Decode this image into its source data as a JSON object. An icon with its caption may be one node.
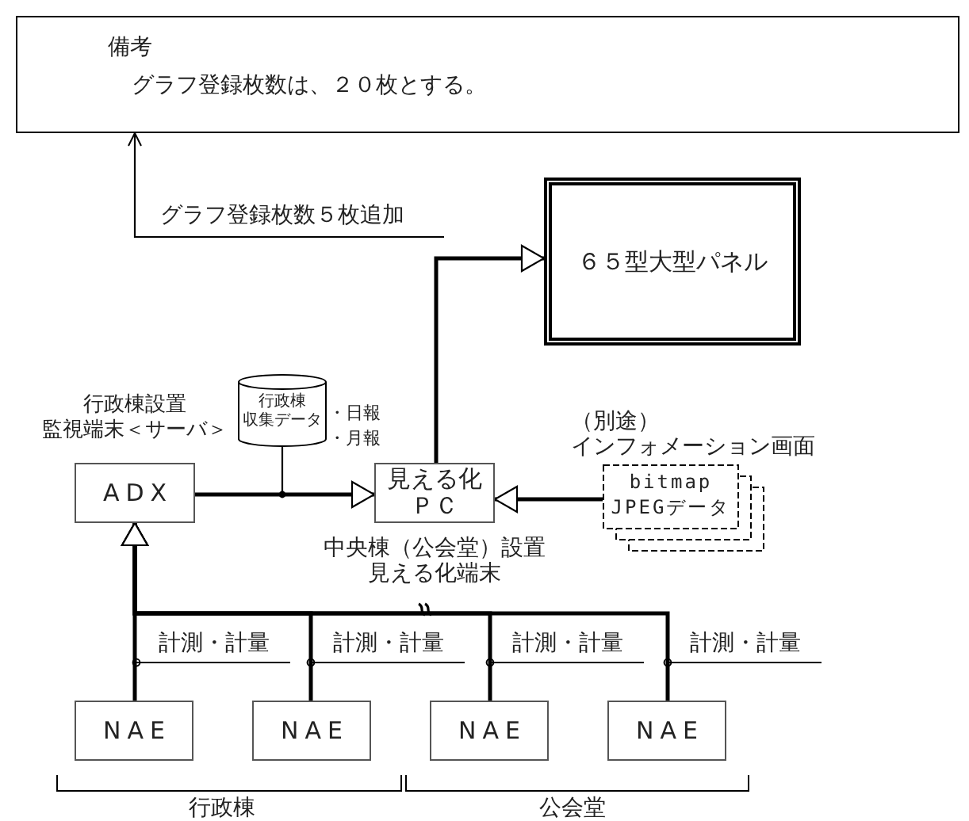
{
  "diagram": {
    "nodes": [
      {
        "text": [
          "備考",
          "グラフ登録枚数は、２０枚とする。"
        ]
      },
      {
        "text": [
          "グラフ登録枚数５枚追加"
        ]
      },
      {
        "text": [
          "６５型大型パネル"
        ]
      },
      {
        "text": [
          "ADX"
        ],
        "beside": [
          "行政棟設置監視端末＜サーバ＞"
        ]
      },
      {
        "text": [
          "行政棟収集データ"
        ],
        "beside": [
          "・日報",
          "・月報"
        ]
      },
      {
        "text": [
          "見える化ＰＣ"
        ],
        "beside": [
          "中央棟（公会堂）設置見える化端末"
        ]
      },
      {
        "text": [
          "bitmap JPEGデータ"
        ],
        "beside": [
          "（別途）インフォメーション画面"
        ]
      },
      {
        "text": [
          "NAE"
        ]
      },
      {
        "text": [
          "NAE"
        ]
      },
      {
        "text": [
          "NAE"
        ]
      },
      {
        "text": [
          "NAE"
        ]
      }
    ],
    "edges": [
      {
        "from": 1,
        "to": 0,
        "arrow": "to"
      },
      {
        "from": 3,
        "to": 5,
        "arrow": "to"
      },
      {
        "from": 4,
        "to": null,
        "arrow": "other"
      },
      {
        "from": 5,
        "to": 2,
        "arrow": "to"
      },
      {
        "from": 6,
        "to": 5,
        "arrow": "to"
      },
      {
        "from": 7,
        "to": 3,
        "arrow": "to"
      },
      {
        "from": 8,
        "to": 3,
        "arrow": "to"
      },
      {
        "from": 9,
        "to": 3,
        "arrow": "to"
      },
      {
        "from": 10,
        "to": 3,
        "arrow": "to"
      }
    ],
    "labels": [
      "計測・計量",
      "計測・計量",
      "計測・計量",
      "計測・計量",
      "行政棟",
      "公会堂"
    ]
  }
}
